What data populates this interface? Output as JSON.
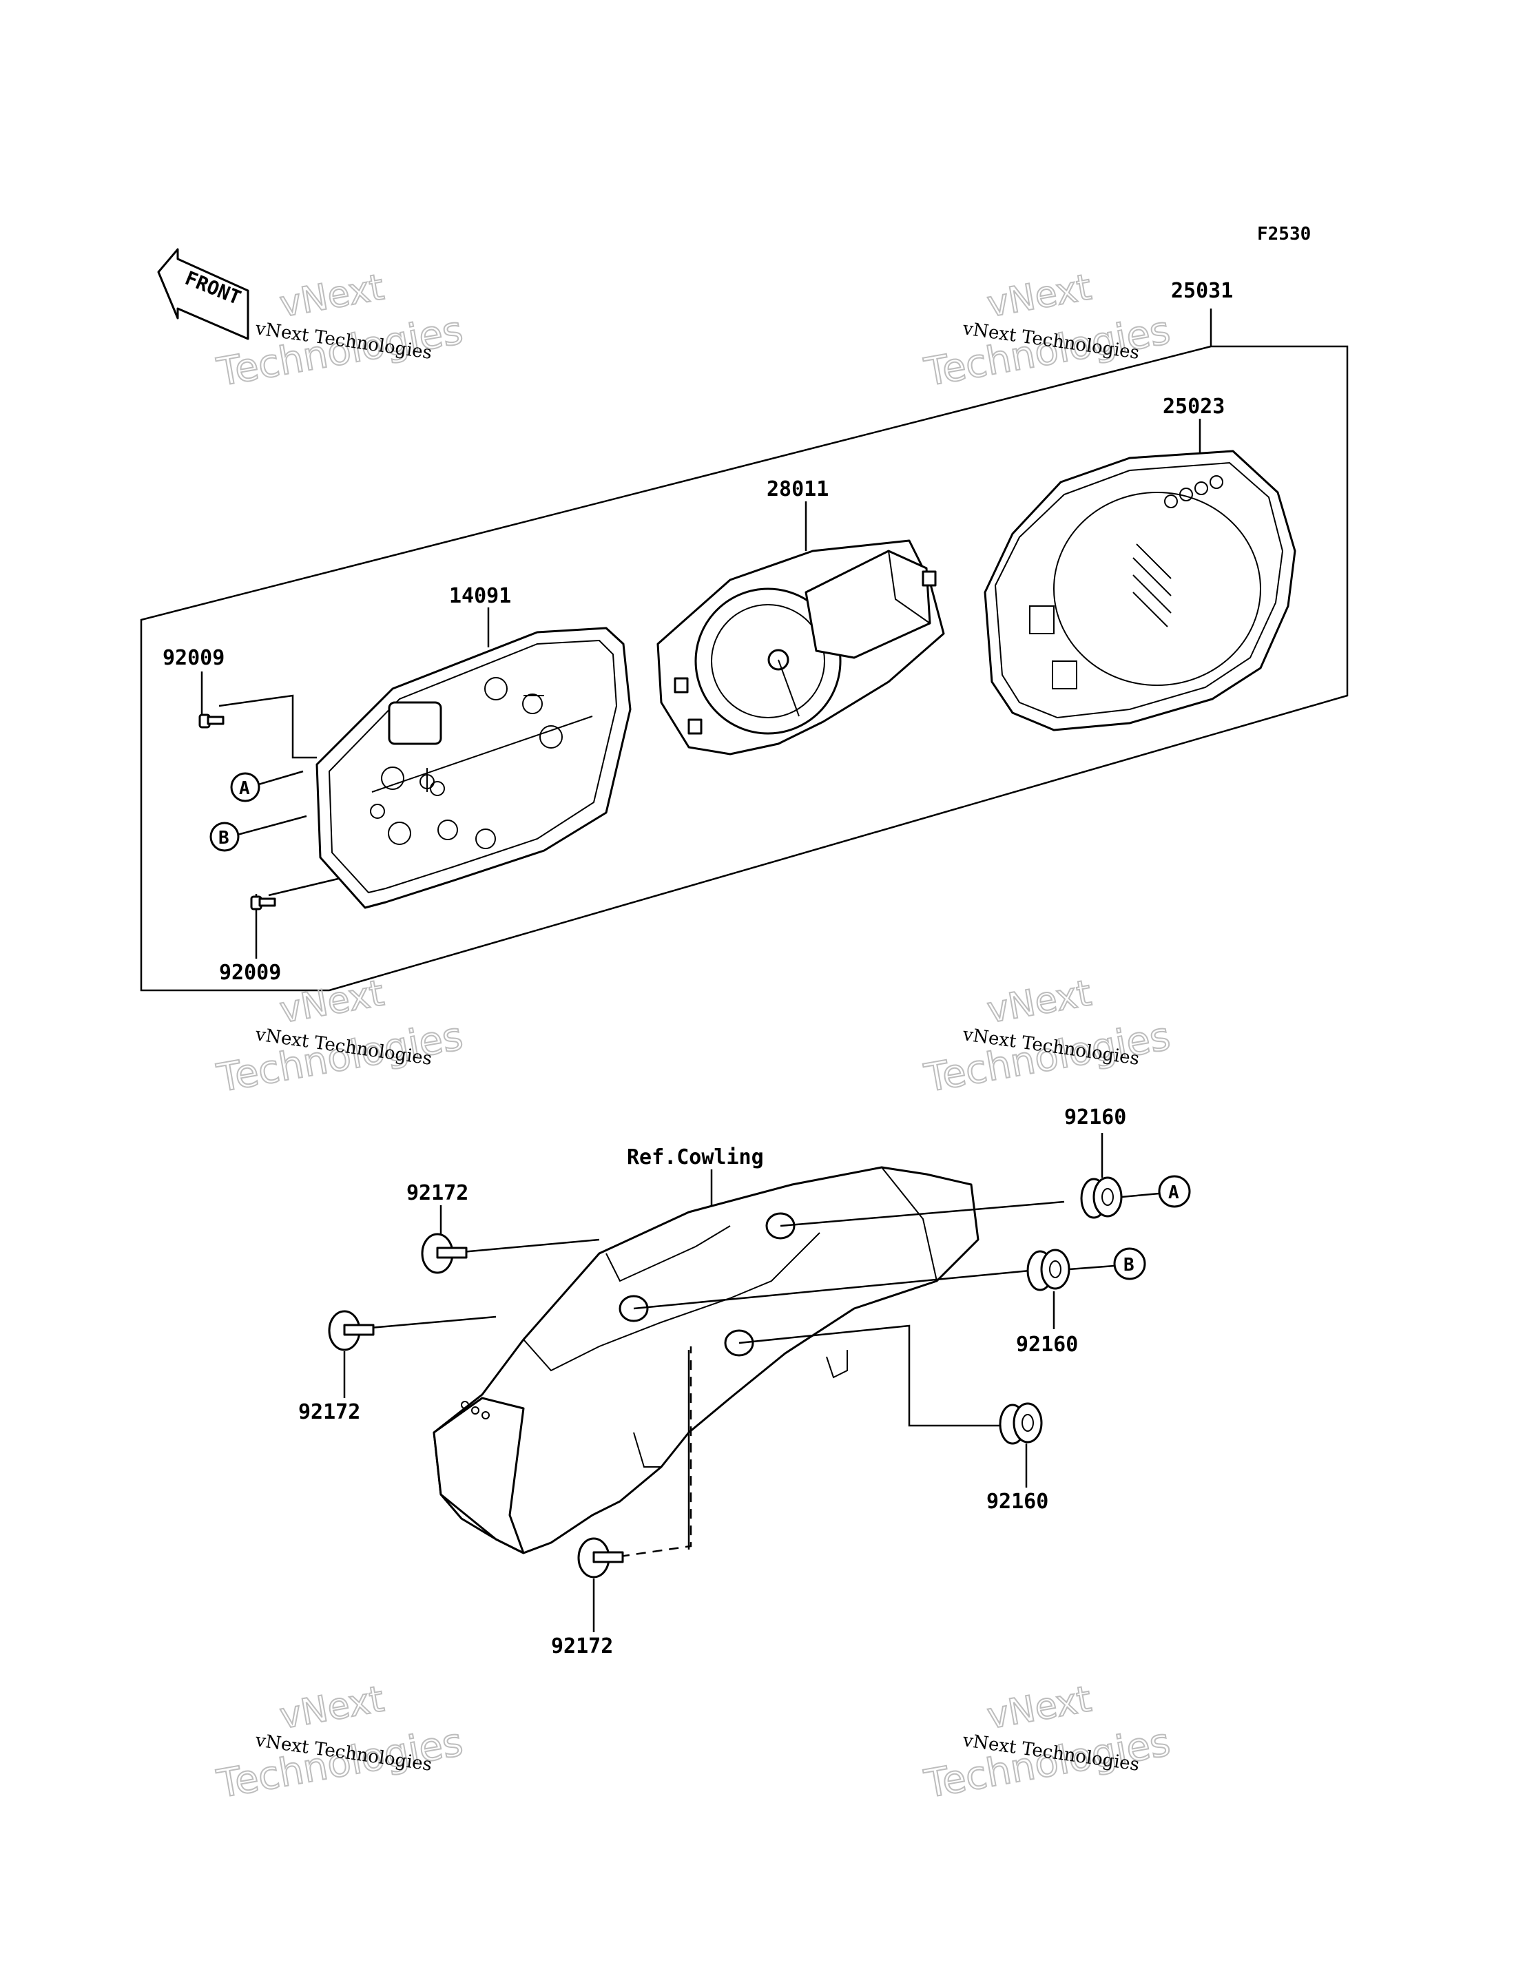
{
  "figure_code": "F2530",
  "front_label": "FRONT",
  "ref_label": "Ref.Cowling",
  "callouts": {
    "A": "A",
    "B": "B"
  },
  "parts": {
    "assembly": "25031",
    "case_cover": "25023",
    "gauge": "28011",
    "case_lower": "14091",
    "screw_upper": "92009",
    "screw_lower": "92009",
    "grommet_top": "92160",
    "grommet_mid": "92160",
    "grommet_low": "92160",
    "bolt_top": "92172",
    "bolt_mid": "92172",
    "bolt_low": "92172"
  },
  "watermark": {
    "line1": "vNext Technologies",
    "word1": "vNext",
    "word2": "Technologies"
  }
}
